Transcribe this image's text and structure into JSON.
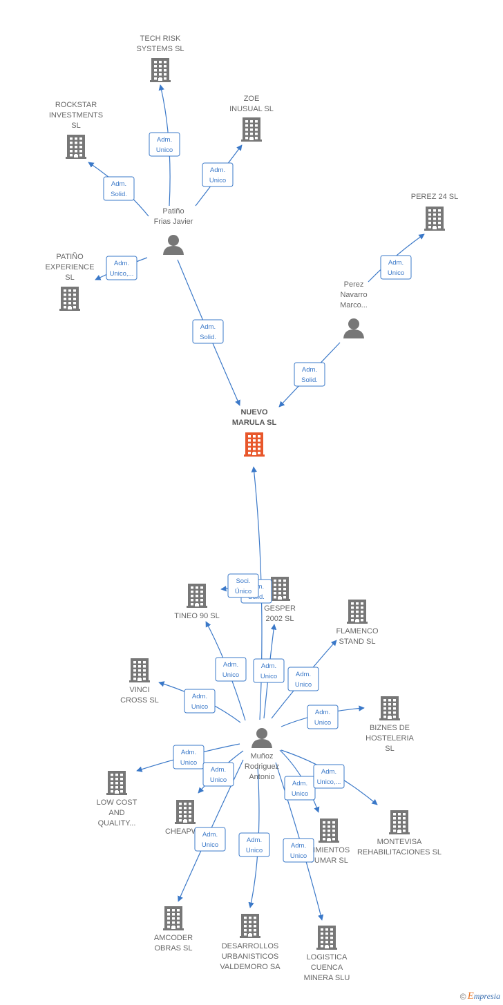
{
  "colors": {
    "edge": "#3a78c8",
    "building": "#777777",
    "main_building": "#e8572b",
    "person": "#777777"
  },
  "nodes": [
    {
      "id": "main",
      "type": "company",
      "main": true,
      "label": [
        "NUEVO",
        "MARULA  SL"
      ]
    },
    {
      "id": "tech",
      "type": "company",
      "label": [
        "TECH RISK",
        "SYSTEMS  SL"
      ]
    },
    {
      "id": "rock",
      "type": "company",
      "label": [
        "ROCKSTAR",
        "INVESTMENTS",
        "SL"
      ]
    },
    {
      "id": "zoe",
      "type": "company",
      "label": [
        "ZOE",
        "INUSUAL  SL"
      ]
    },
    {
      "id": "perez24",
      "type": "company",
      "label": [
        "PEREZ 24  SL"
      ]
    },
    {
      "id": "patexp",
      "type": "company",
      "label": [
        "PATIÑO",
        "EXPERIENCE",
        "SL"
      ]
    },
    {
      "id": "patino",
      "type": "person",
      "label": [
        "Patiño",
        "Frias Javier"
      ]
    },
    {
      "id": "pereznav",
      "type": "person",
      "label": [
        "Perez",
        "Navarro",
        "Marco..."
      ]
    },
    {
      "id": "munoz",
      "type": "person",
      "label": [
        "Muñoz",
        "Rodriguez",
        "Antonio"
      ]
    },
    {
      "id": "tineo",
      "type": "company",
      "label": [
        "TINEO 90  SL"
      ]
    },
    {
      "id": "gesper",
      "type": "company",
      "label": [
        "GESPER",
        "2002 SL"
      ]
    },
    {
      "id": "flamenco",
      "type": "company",
      "label": [
        "FLAMENCO",
        "STAND  SL"
      ]
    },
    {
      "id": "vinci",
      "type": "company",
      "label": [
        "VINCI",
        "CROSS SL"
      ]
    },
    {
      "id": "biznes",
      "type": "company",
      "label": [
        "BIZNES DE",
        "HOSTELERIA",
        "SL"
      ]
    },
    {
      "id": "lowcost",
      "type": "company",
      "label": [
        "LOW COST",
        "AND",
        "QUALITY..."
      ]
    },
    {
      "id": "cheap",
      "type": "company",
      "label": [
        "CHEAPWIF"
      ]
    },
    {
      "id": "movim",
      "type": "company",
      "label": [
        "VIMIENTOS",
        "TUMAR SL"
      ]
    },
    {
      "id": "montevisa",
      "type": "company",
      "label": [
        "MONTEVISA",
        "REHABILITACIONES SL"
      ]
    },
    {
      "id": "amcoder",
      "type": "company",
      "label": [
        "AMCODER",
        "OBRAS  SL"
      ]
    },
    {
      "id": "desarr",
      "type": "company",
      "label": [
        "DESARROLLOS",
        "URBANISTICOS",
        "VALDEMORO SA"
      ]
    },
    {
      "id": "logist",
      "type": "company",
      "label": [
        "LOGISTICA",
        "CUENCA",
        "MINERA SLU"
      ]
    }
  ],
  "edges": [
    {
      "from": "patino",
      "to": "tech",
      "label": [
        "Adm.",
        "Unico"
      ]
    },
    {
      "from": "patino",
      "to": "rock",
      "label": [
        "Adm.",
        "Solid."
      ]
    },
    {
      "from": "patino",
      "to": "zoe",
      "label": [
        "Adm.",
        "Unico"
      ]
    },
    {
      "from": "patino",
      "to": "patexp",
      "label": [
        "Adm.",
        "Unico,..."
      ]
    },
    {
      "from": "patino",
      "to": "main",
      "label": [
        "Adm.",
        "Solid."
      ]
    },
    {
      "from": "pereznav",
      "to": "perez24",
      "label": [
        "Adm.",
        "Unico"
      ]
    },
    {
      "from": "pereznav",
      "to": "main",
      "label": [
        "Adm.",
        "Solid."
      ]
    },
    {
      "from": "munoz",
      "to": "main",
      "label": [
        "Adm.",
        "Solid."
      ]
    },
    {
      "from": "munoz",
      "to": "gesper",
      "label": [
        "Adm.",
        "Unico"
      ]
    },
    {
      "from": "munoz",
      "to": "tineo",
      "label": [
        "Adm.",
        "Unico"
      ]
    },
    {
      "from": "munoz",
      "to": "flamenco",
      "label": [
        "Adm.",
        "Unico"
      ]
    },
    {
      "from": "munoz",
      "to": "vinci",
      "label": [
        "Adm.",
        "Unico"
      ]
    },
    {
      "from": "munoz",
      "to": "biznes",
      "label": [
        "Adm.",
        "Unico"
      ]
    },
    {
      "from": "munoz",
      "to": "lowcost",
      "label": [
        "Adm.",
        "Unico"
      ]
    },
    {
      "from": "munoz",
      "to": "cheap",
      "label": [
        "Adm.",
        "Unico"
      ]
    },
    {
      "from": "munoz",
      "to": "movim",
      "label": [
        "Adm.",
        "Unico"
      ]
    },
    {
      "from": "munoz",
      "to": "montevisa",
      "label": [
        "Adm.",
        "Unico,..."
      ]
    },
    {
      "from": "munoz",
      "to": "amcoder",
      "label": [
        "Adm.",
        "Unico"
      ]
    },
    {
      "from": "munoz",
      "to": "desarr",
      "label": [
        "Adm.",
        "Unico"
      ]
    },
    {
      "from": "munoz",
      "to": "logist",
      "label": [
        "Adm.",
        "Unico"
      ]
    },
    {
      "from": "gesper",
      "to": "tineo",
      "label": [
        "Soci.",
        "Único"
      ]
    }
  ],
  "footer": {
    "copyright": "©",
    "brand_initial": "E",
    "brand_rest": "mpresia"
  }
}
